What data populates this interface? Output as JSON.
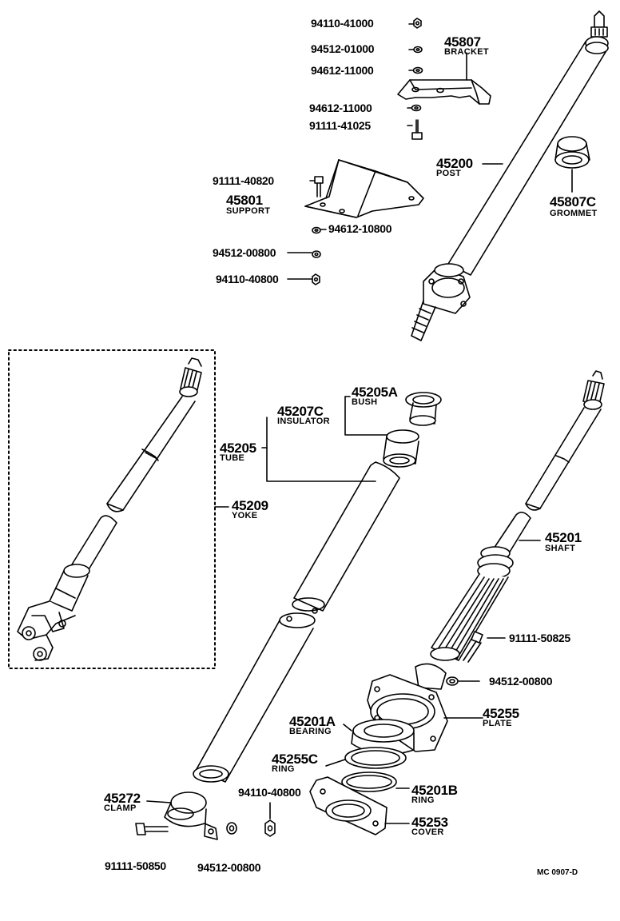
{
  "parts": {
    "p94110_41000": "94110-41000",
    "p94512_01000": "94512-01000",
    "p94612_11000a": "94612-11000",
    "p94612_11000b": "94612-11000",
    "p91111_41025": "91111-41025",
    "p45807": {
      "number": "45807",
      "name": "BRACKET"
    },
    "p45200": {
      "number": "45200",
      "name": "POST"
    },
    "p45807C": {
      "number": "45807C",
      "name": "GROMMET"
    },
    "p91111_40820": "91111-40820",
    "p45801": {
      "number": "45801",
      "name": "SUPPORT"
    },
    "p94612_10800": "94612-10800",
    "p94512_00800a": "94512-00800",
    "p94110_40800a": "94110-40800",
    "p45205A": {
      "number": "45205A",
      "name": "BUSH"
    },
    "p45207C": {
      "number": "45207C",
      "name": "INSULATOR"
    },
    "p45205": {
      "number": "45205",
      "name": "TUBE"
    },
    "p45209": {
      "number": "45209",
      "name": "YOKE"
    },
    "p45201": {
      "number": "45201",
      "name": "SHAFT"
    },
    "p91111_50825": "91111-50825",
    "p94512_00800b": "94512-00800",
    "p45201A": {
      "number": "45201A",
      "name": "BEARING"
    },
    "p45255": {
      "number": "45255",
      "name": "PLATE"
    },
    "p45255C": {
      "number": "45255C",
      "name": "RING"
    },
    "p45201B": {
      "number": "45201B",
      "name": "RING"
    },
    "p94110_40800b": "94110-40800",
    "p45272": {
      "number": "45272",
      "name": "CLAMP"
    },
    "p45253": {
      "number": "45253",
      "name": "COVER"
    },
    "p91111_50850": "91111-50850",
    "p94512_00800c": "94512-00800"
  },
  "diagram_code": "MC 0907-D"
}
